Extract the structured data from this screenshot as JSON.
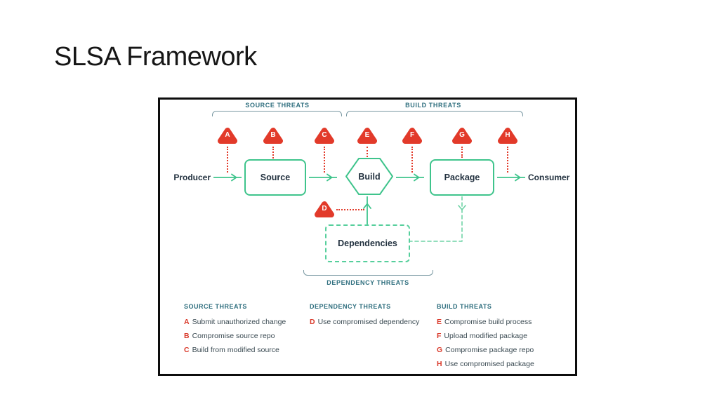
{
  "slide": {
    "title": "SLSA Framework"
  },
  "diagram": {
    "groups": {
      "source_threats_label": "SOURCE THREATS",
      "build_threats_label": "BUILD THREATS",
      "dependency_threats_label": "DEPENDENCY THREATS"
    },
    "threat_markers": [
      {
        "letter": "A"
      },
      {
        "letter": "B"
      },
      {
        "letter": "C"
      },
      {
        "letter": "D"
      },
      {
        "letter": "E"
      },
      {
        "letter": "F"
      },
      {
        "letter": "G"
      },
      {
        "letter": "H"
      }
    ],
    "nodes": {
      "producer": "Producer",
      "source": "Source",
      "build": "Build",
      "package": "Package",
      "consumer": "Consumer",
      "dependencies": "Dependencies"
    },
    "legend": {
      "columns": [
        {
          "header": "SOURCE THREATS",
          "items": [
            {
              "letter": "A",
              "text": "Submit unauthorized change"
            },
            {
              "letter": "B",
              "text": "Compromise source repo"
            },
            {
              "letter": "C",
              "text": "Build from modified source"
            }
          ]
        },
        {
          "header": "DEPENDENCY THREATS",
          "items": [
            {
              "letter": "D",
              "text": "Use compromised dependency"
            }
          ]
        },
        {
          "header": "BUILD THREATS",
          "items": [
            {
              "letter": "E",
              "text": "Compromise build process"
            },
            {
              "letter": "F",
              "text": "Upload modified package"
            },
            {
              "letter": "G",
              "text": "Compromise package repo"
            },
            {
              "letter": "H",
              "text": "Use compromised package"
            }
          ]
        }
      ]
    },
    "colors": {
      "threat_red": "#e23a2a",
      "flow_green": "#3fc48c",
      "dashed_green": "#6fd3a6",
      "teal_text": "#2e6e7e",
      "bracket_gray": "#7a99a3",
      "dark_text": "#22313f"
    }
  }
}
